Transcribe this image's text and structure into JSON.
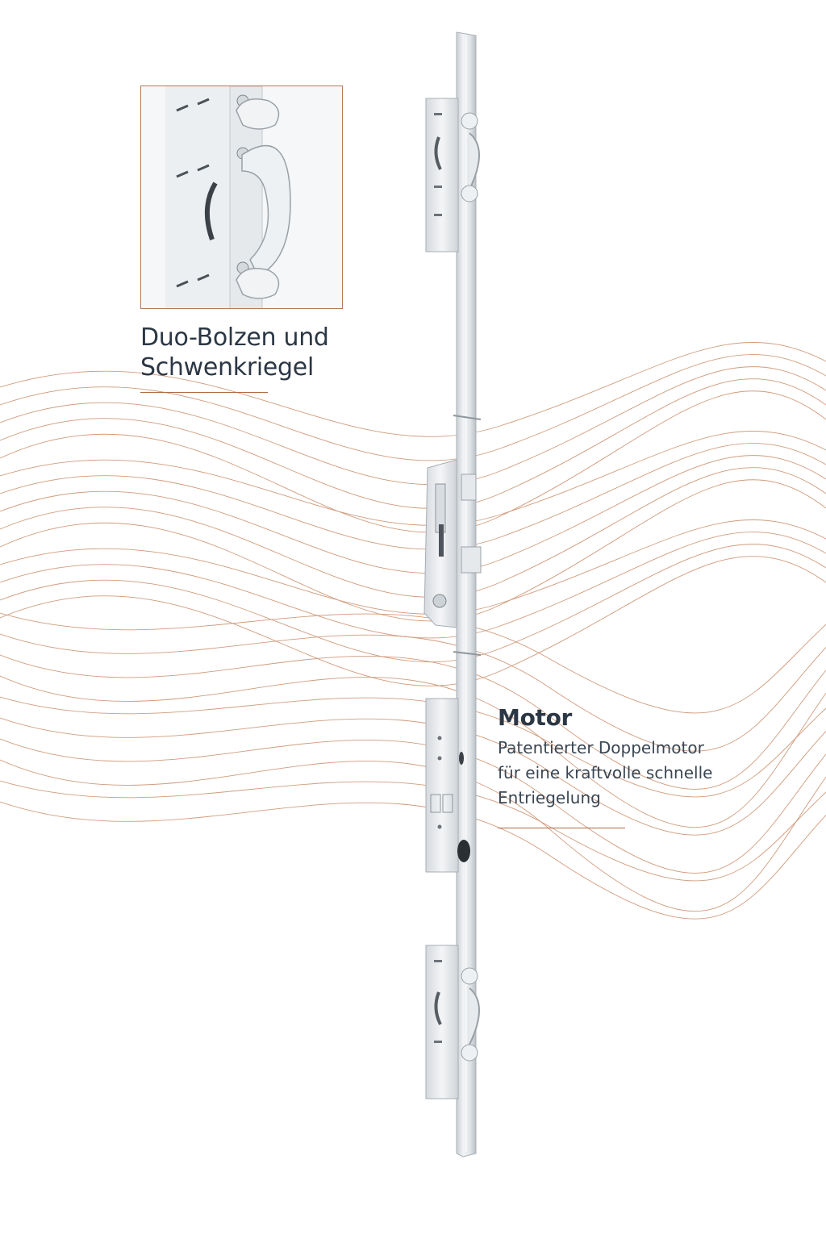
{
  "callout_top": {
    "title_line1": "Duo-Bolzen und",
    "title_line2": "Schwenkriegel"
  },
  "callout_motor": {
    "title": "Motor",
    "desc_line1": "Patentierter Doppelmotor",
    "desc_line2": "für eine kraftvolle schnelle",
    "desc_line3": "Entriegelung"
  },
  "colors": {
    "text": "#2b3744",
    "accent_copper": "#b06a45",
    "metal": "#e4e7ea",
    "background": "#ffffff"
  },
  "icons": {
    "product": "multipoint-lock-icon",
    "detail": "bolt-detail-icon"
  }
}
